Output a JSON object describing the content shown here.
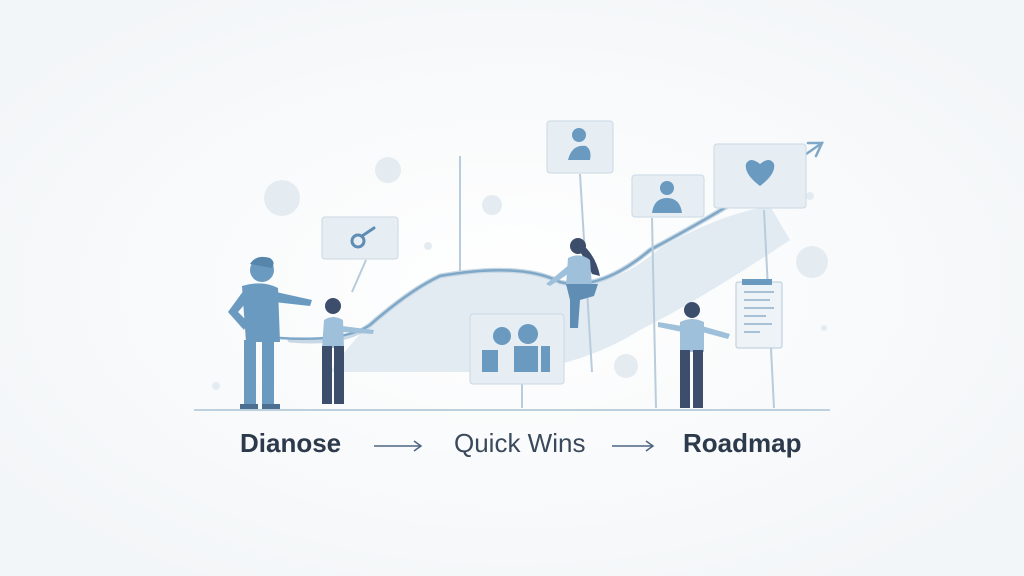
{
  "steps": [
    {
      "label": "Dianose"
    },
    {
      "label": "Quick Wins"
    },
    {
      "label": "Roadmap"
    }
  ],
  "colors": {
    "background": "#f7f9fa",
    "figure": "#6a9ac0",
    "figure_dark": "#3d4e6c",
    "card": "#eaf1f6",
    "text": "#2c3a4c"
  }
}
